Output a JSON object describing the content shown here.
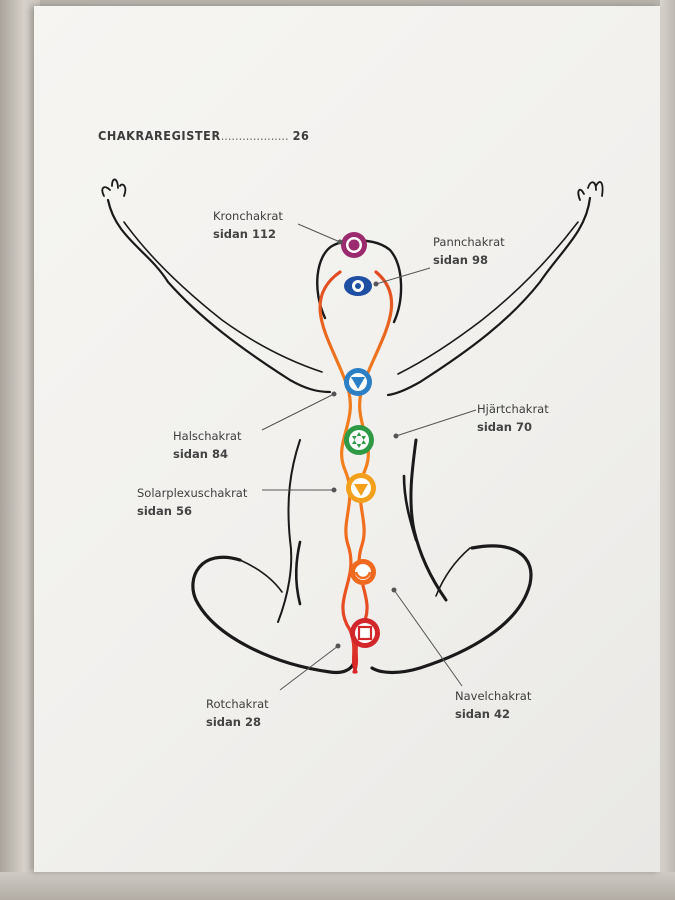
{
  "toc": {
    "title": "CHAKRAREGISTER",
    "dots": "...................",
    "page": "26"
  },
  "labels": {
    "kron": {
      "name": "Kronchakrat",
      "page": "sidan 112"
    },
    "pann": {
      "name": "Pannchakrat",
      "page": "sidan 98"
    },
    "hals": {
      "name": "Halschakrat",
      "page": "sidan 84"
    },
    "hjart": {
      "name": "Hjärtchakrat",
      "page": "sidan 70"
    },
    "solar": {
      "name": "Solarplexuschakrat",
      "page": "sidan 56"
    },
    "rot": {
      "name": "Rotchakrat",
      "page": "sidan 28"
    },
    "navel": {
      "name": "Navelchakrat",
      "page": "sidan 42"
    }
  },
  "colors": {
    "crown": "#9b2a6e",
    "third_eye": "#1f4fa3",
    "throat": "#2b7fc4",
    "heart": "#2e9a45",
    "solar": "#f3a01c",
    "sacral": "#ef6a1e",
    "root": "#d3262b",
    "outline": "#1a1a1a"
  },
  "icons": [
    "crown-chakra-icon",
    "third-eye-chakra-icon",
    "throat-chakra-icon",
    "heart-chakra-icon",
    "solar-plexus-chakra-icon",
    "sacral-chakra-icon",
    "root-chakra-icon"
  ]
}
